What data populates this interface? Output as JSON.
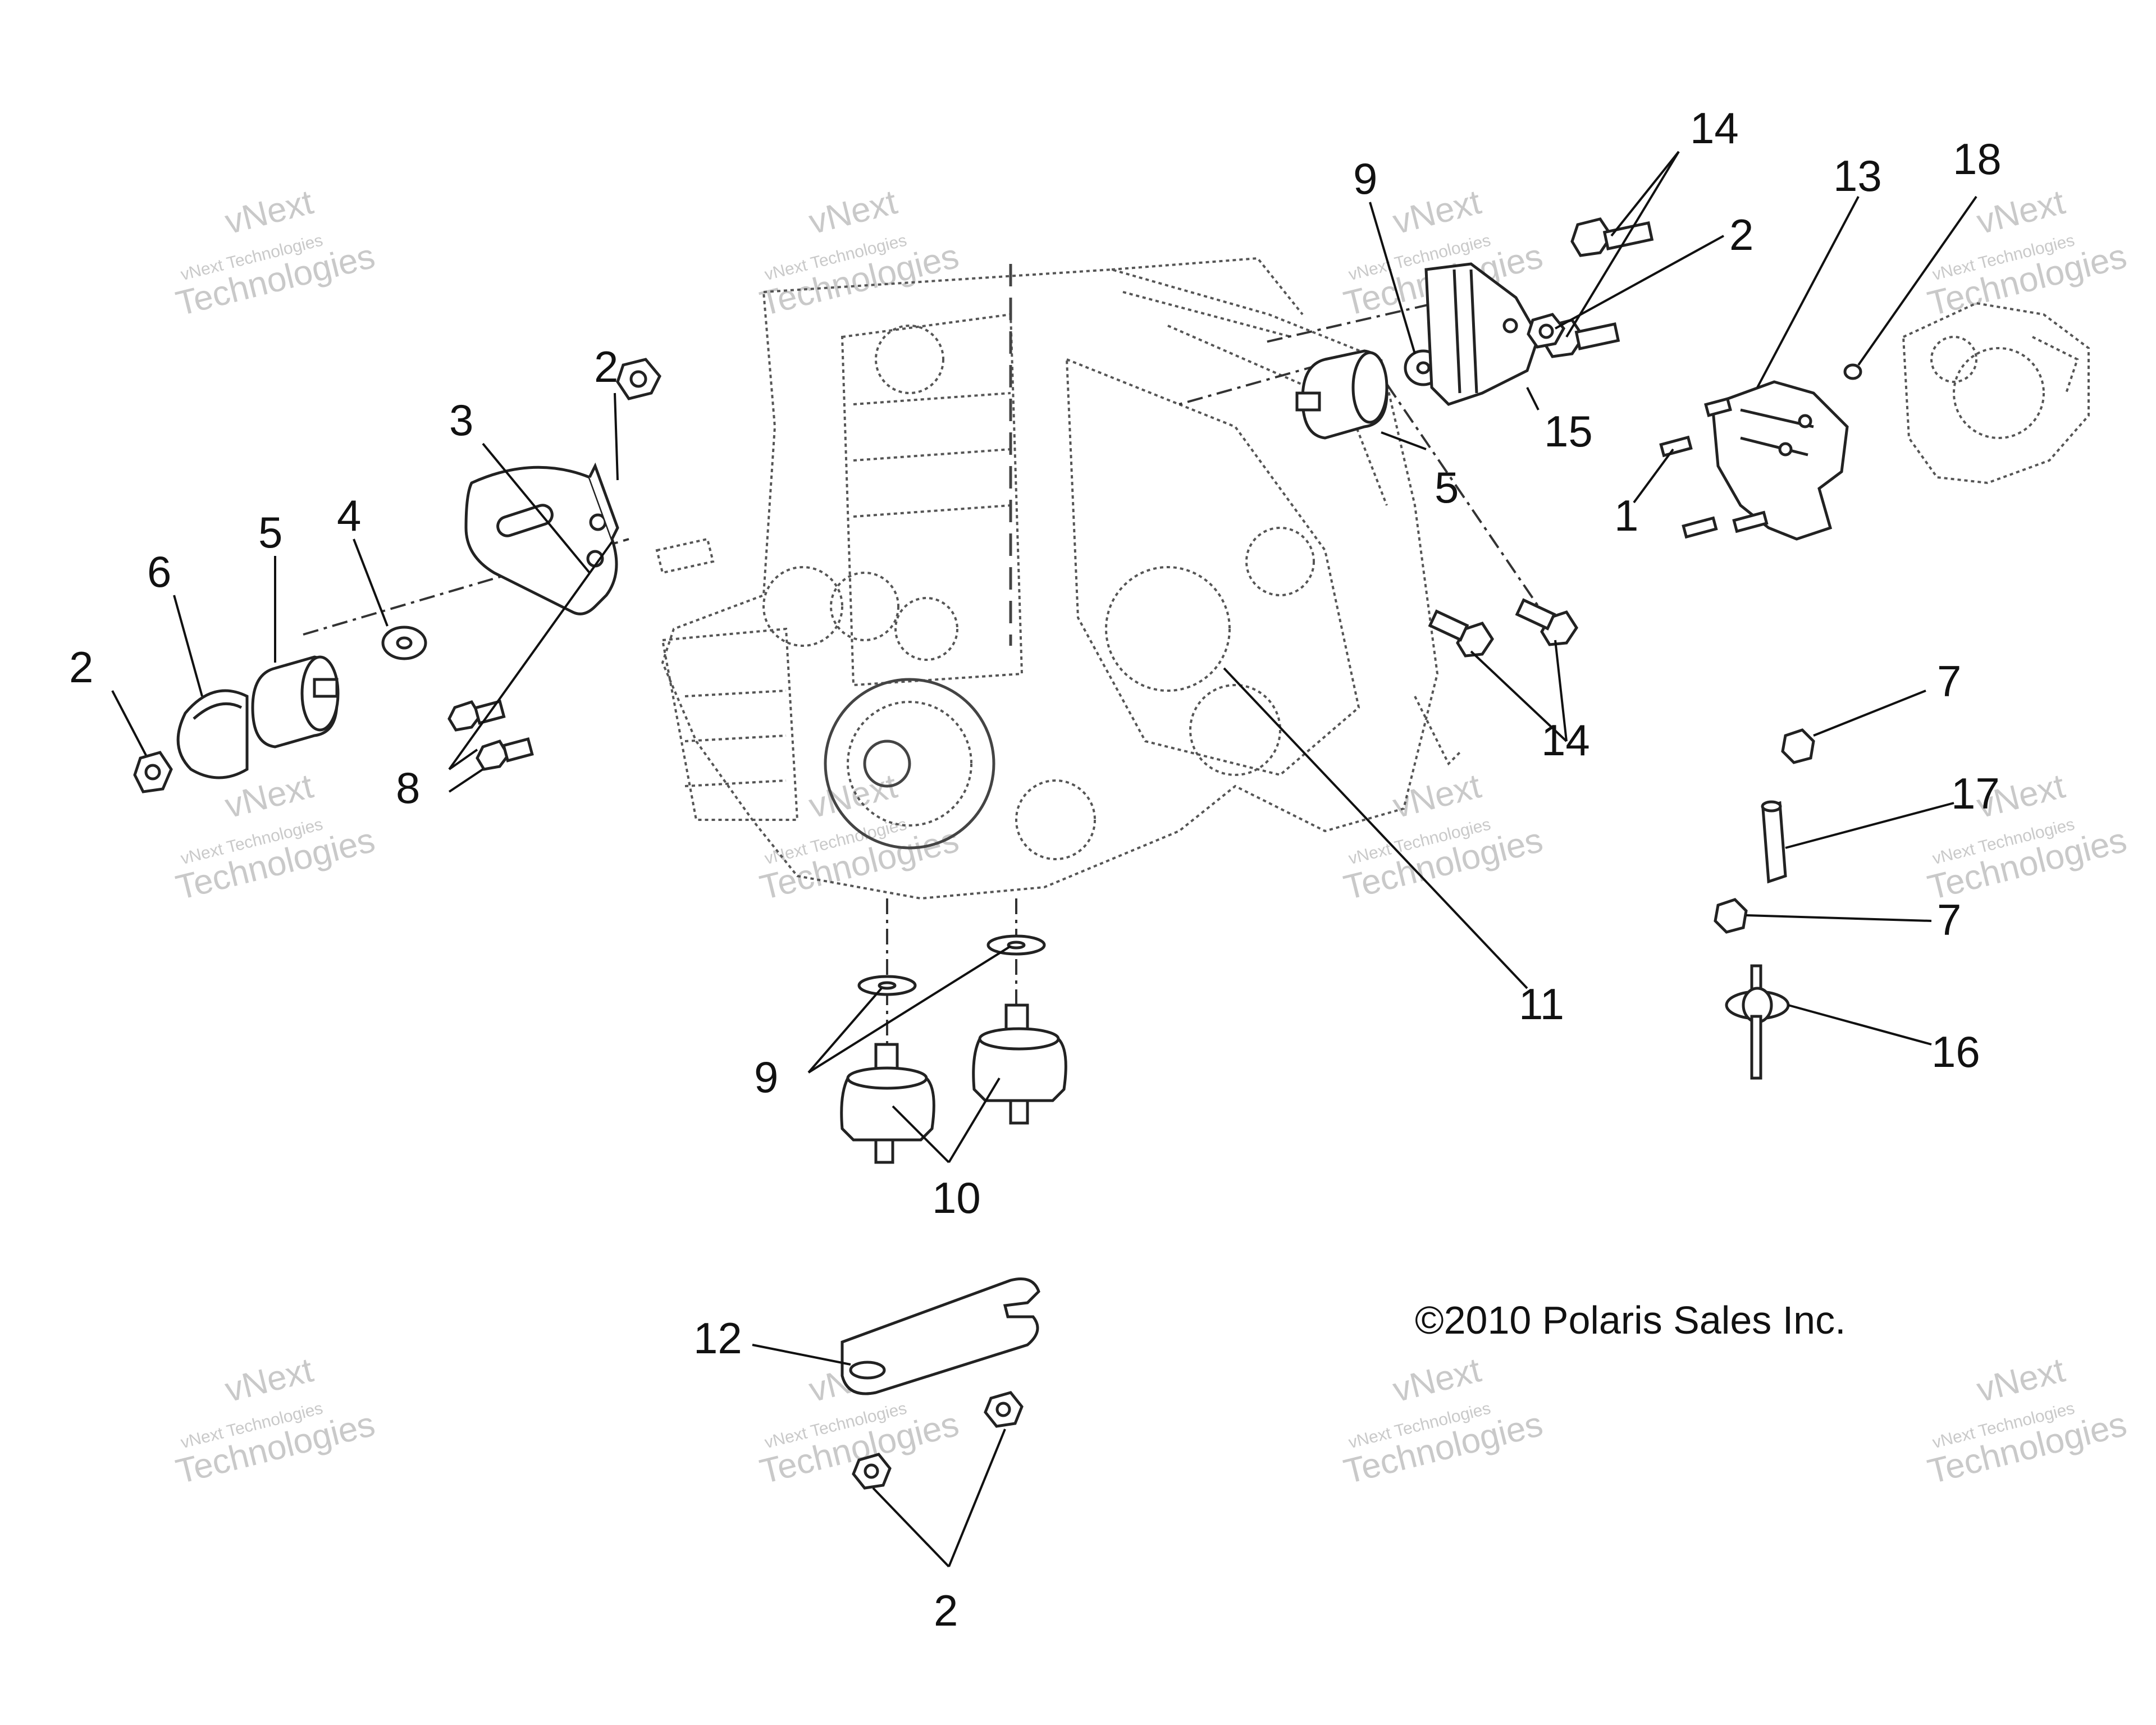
{
  "diagram": {
    "copyright": "©2010  Polaris Sales Inc.",
    "watermark": {
      "line1": "vNext Technologies",
      "line2": "vNext",
      "line3": "Technologies"
    },
    "callouts": [
      {
        "id": "c2a",
        "text": "2"
      },
      {
        "id": "c6",
        "text": "6"
      },
      {
        "id": "c5a",
        "text": "5"
      },
      {
        "id": "c4",
        "text": "4"
      },
      {
        "id": "c3",
        "text": "3"
      },
      {
        "id": "c2b",
        "text": "2"
      },
      {
        "id": "c8",
        "text": "8"
      },
      {
        "id": "c9a",
        "text": "9"
      },
      {
        "id": "c14a",
        "text": "14"
      },
      {
        "id": "c2c",
        "text": "2"
      },
      {
        "id": "c15",
        "text": "15"
      },
      {
        "id": "c5b",
        "text": "5"
      },
      {
        "id": "c13",
        "text": "13"
      },
      {
        "id": "c18",
        "text": "18"
      },
      {
        "id": "c1",
        "text": "1"
      },
      {
        "id": "c14b",
        "text": "14"
      },
      {
        "id": "c7a",
        "text": "7"
      },
      {
        "id": "c17",
        "text": "17"
      },
      {
        "id": "c7b",
        "text": "7"
      },
      {
        "id": "c16",
        "text": "16"
      },
      {
        "id": "c11",
        "text": "11"
      },
      {
        "id": "c9b",
        "text": "9"
      },
      {
        "id": "c10",
        "text": "10"
      },
      {
        "id": "c12",
        "text": "12"
      },
      {
        "id": "c2d",
        "text": "2"
      }
    ]
  }
}
